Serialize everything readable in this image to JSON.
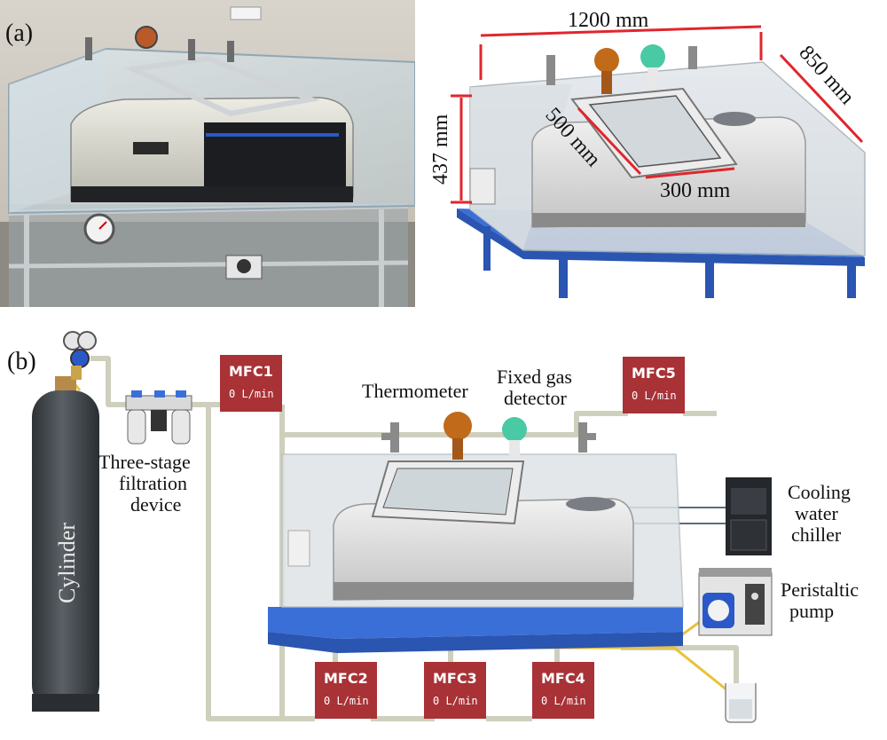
{
  "panels": {
    "a": {
      "label": "(a)"
    },
    "b": {
      "label": "(b)"
    }
  },
  "dimensions": {
    "width": "1200 mm",
    "depth": "850 mm",
    "height": "437 mm",
    "window_long": "500 mm",
    "window_short": "300 mm"
  },
  "components": {
    "thermometer": "Thermometer",
    "gas_detector_line1": "Fixed gas",
    "gas_detector_line2": "detector",
    "filtration_line1": "Three-stage",
    "filtration_line2": "filtration",
    "filtration_line3": "device",
    "cylinder": "Cylinder",
    "chiller_line1": "Cooling",
    "chiller_line2": "water",
    "chiller_line3": "chiller",
    "pump_line1": "Peristaltic",
    "pump_line2": "pump"
  },
  "mfcs": [
    {
      "name": "MFC1",
      "value": "0 L/min"
    },
    {
      "name": "MFC2",
      "value": "0 L/min"
    },
    {
      "name": "MFC3",
      "value": "0 L/min"
    },
    {
      "name": "MFC4",
      "value": "0 L/min"
    },
    {
      "name": "MFC5",
      "value": "0 L/min"
    }
  ],
  "colors": {
    "mfc": "#a83236",
    "frame": "#3a6fd8",
    "pipe": "#cfcfbd",
    "dim_line": "#e0262c",
    "cylinder": "#3f4449",
    "thermometer": "#c06a1a",
    "detector": "#49c9a4"
  }
}
